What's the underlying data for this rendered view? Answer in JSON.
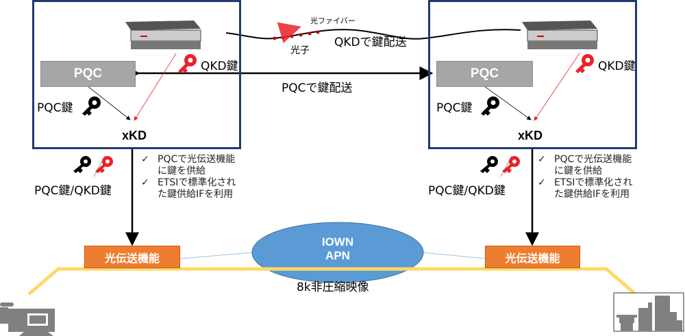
{
  "colors": {
    "site_border": "#1f3a6e",
    "pqc_box": "#a6a6a6",
    "optical": "#ed7d31",
    "apn": "#5b9bd5",
    "fiber_route": "#ffd966",
    "qkd_key": "#e8232a",
    "pqc_key": "#000000"
  },
  "top": {
    "fiber_label": "光ファイバー",
    "photon_label": "光子",
    "qkd_delivery": "QKDで鍵配送",
    "pqc_delivery": "PQCで鍵配送"
  },
  "sites": [
    {
      "pqc_label": "PQC",
      "qkd_key_label": "QKD鍵",
      "pqc_key_label": "PQC鍵",
      "xkd_label": "xKD",
      "keys_label": "PQC鍵/QKD鍵",
      "notes": [
        "PQCで光伝送機能",
        "に鍵を供給",
        "ETSIで標準化され",
        "た鍵供給IFを利用"
      ],
      "optical_label": "光伝送機能"
    },
    {
      "pqc_label": "PQC",
      "qkd_key_label": "QKD鍵",
      "pqc_key_label": "PQC鍵",
      "xkd_label": "xKD",
      "keys_label": "PQC鍵/QKD鍵",
      "notes": [
        "PQCで光伝送機能",
        "に鍵を供給",
        "ETSIで標準化され",
        "た鍵供給IFを利用"
      ],
      "optical_label": "光伝送機能"
    }
  ],
  "network": {
    "apn_line1": "IOWN",
    "apn_line2": "APN",
    "video_label": "8k非圧縮映像",
    "check_mark": "✓"
  },
  "icons": {
    "camera": "video-camera-icon",
    "city": "city-skyline-icon",
    "server": "qkd-server-icon"
  }
}
